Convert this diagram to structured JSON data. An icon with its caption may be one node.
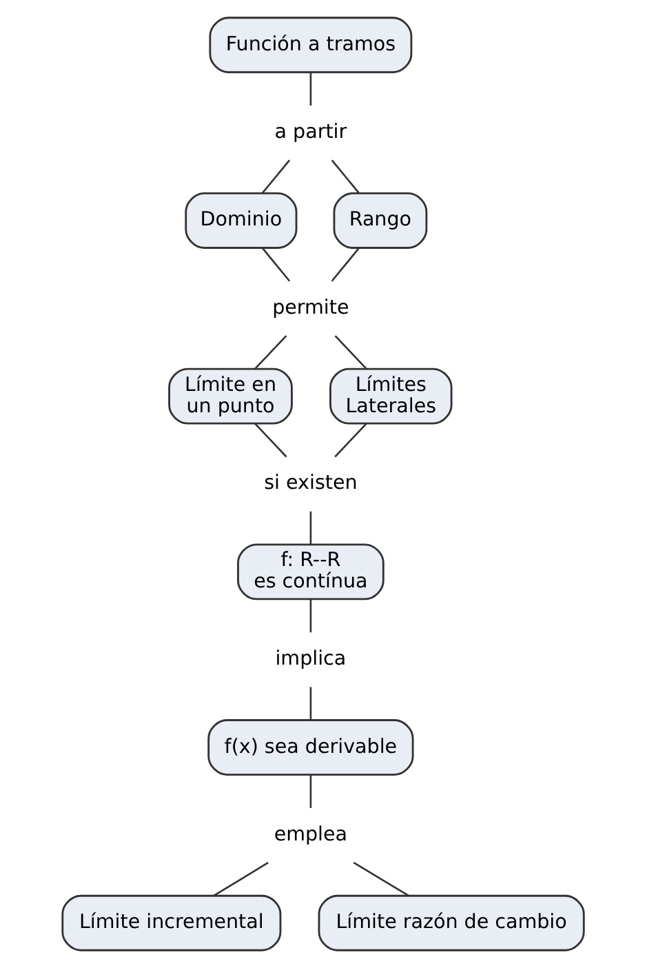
{
  "diagram": {
    "nodes": [
      {
        "text": [
          "Función a tramos"
        ]
      },
      {
        "text": [
          "a partir"
        ]
      },
      {
        "text": [
          "Dominio"
        ]
      },
      {
        "text": [
          "Rango"
        ]
      },
      {
        "text": [
          "permite"
        ]
      },
      {
        "text": [
          "Límite en un punto"
        ]
      },
      {
        "text": [
          "Límites Laterales"
        ]
      },
      {
        "text": [
          "si existen"
        ]
      },
      {
        "text": [
          "f: R--R es contínua"
        ]
      },
      {
        "text": [
          "implica"
        ]
      },
      {
        "text": [
          "f(x) sea derivable"
        ]
      },
      {
        "text": [
          "emplea"
        ]
      },
      {
        "text": [
          "Límite incremental"
        ]
      },
      {
        "text": [
          "Límite razón de cambio"
        ]
      }
    ],
    "edges": [
      {
        "from": 0,
        "to": 1,
        "arrow": "none"
      },
      {
        "from": 1,
        "to": 2,
        "arrow": "none"
      },
      {
        "from": 1,
        "to": 3,
        "arrow": "none"
      },
      {
        "from": 2,
        "to": 4,
        "arrow": "none"
      },
      {
        "from": 3,
        "to": 4,
        "arrow": "none"
      },
      {
        "from": 4,
        "to": 5,
        "arrow": "none"
      },
      {
        "from": 4,
        "to": 6,
        "arrow": "none"
      },
      {
        "from": 5,
        "to": 7,
        "arrow": "none"
      },
      {
        "from": 6,
        "to": 7,
        "arrow": "none"
      },
      {
        "from": 7,
        "to": 8,
        "arrow": "none"
      },
      {
        "from": 8,
        "to": 9,
        "arrow": "none"
      },
      {
        "from": 9,
        "to": 10,
        "arrow": "none"
      },
      {
        "from": 10,
        "to": 11,
        "arrow": "none"
      },
      {
        "from": 11,
        "to": 12,
        "arrow": "none"
      },
      {
        "from": 11,
        "to": 13,
        "arrow": "none"
      }
    ]
  }
}
